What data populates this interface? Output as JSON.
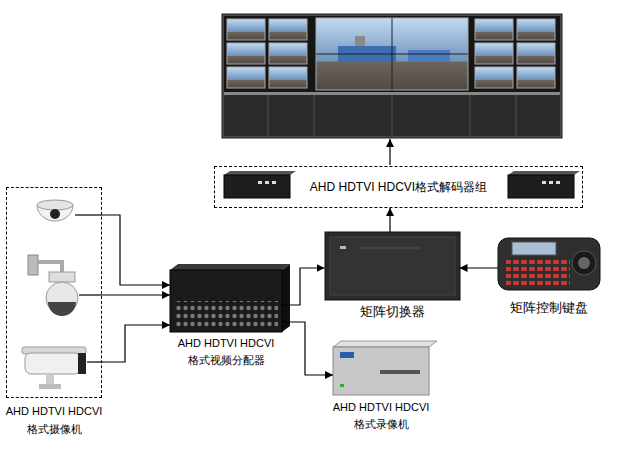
{
  "diagram": {
    "nodes": [
      {
        "text": [
          "AHD HDTVI HDCVI格式解码器组"
        ]
      },
      {
        "text": [
          "AHD HDTVI HDCVI 格式摄像机"
        ]
      },
      {
        "text": [
          "AHD HDTVI HDCVI 格式视频分配器"
        ]
      },
      {
        "text": [
          "矩阵切换器"
        ]
      },
      {
        "text": [
          "矩阵控制键盘"
        ]
      },
      {
        "text": [
          "AHD HDTVI HDCVI 格式录像机"
        ]
      }
    ],
    "edges": [
      {
        "from": 1,
        "to": 2,
        "arrow": "to"
      },
      {
        "from": 1,
        "to": 2,
        "arrow": "to"
      },
      {
        "from": 1,
        "to": 2,
        "arrow": "to"
      },
      {
        "from": 2,
        "to": 3,
        "arrow": "to"
      },
      {
        "from": 2,
        "to": 5,
        "arrow": "to"
      },
      {
        "from": 4,
        "to": 3,
        "arrow": "to"
      },
      {
        "from": 3,
        "to": 0,
        "arrow": "to"
      }
    ]
  }
}
